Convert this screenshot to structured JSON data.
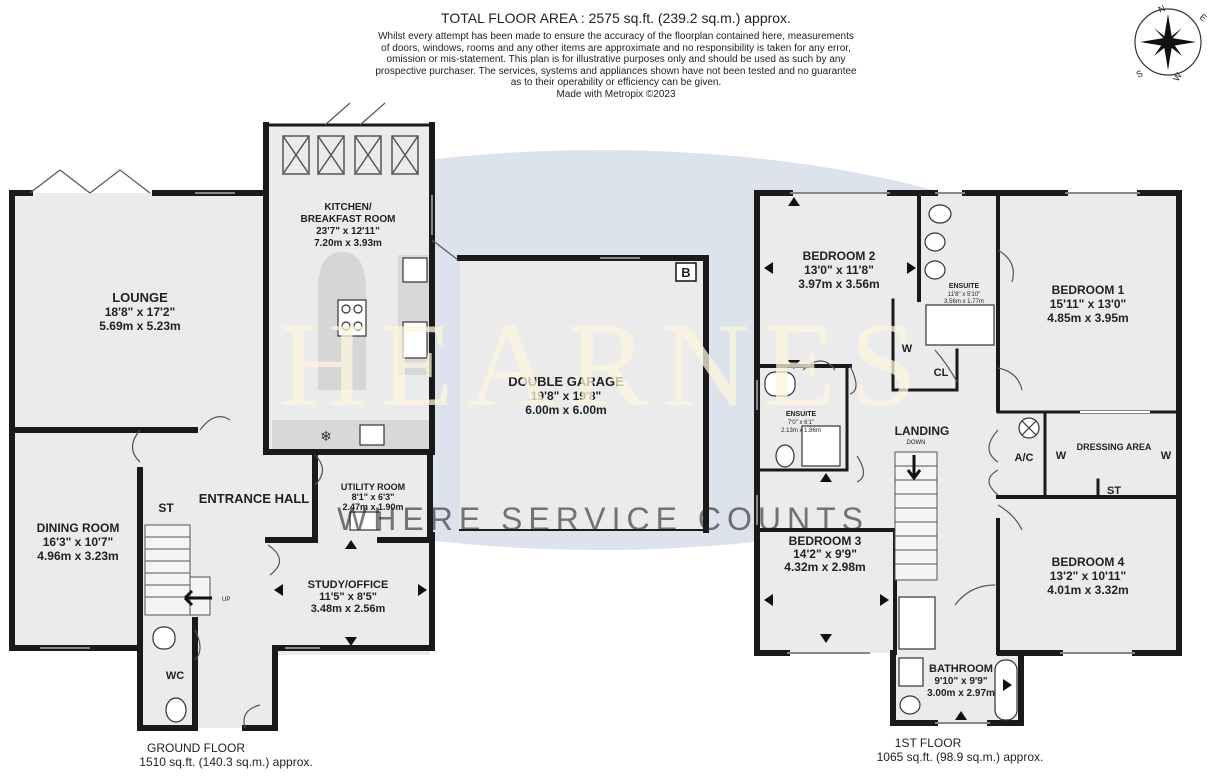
{
  "header": {
    "total_area": "TOTAL FLOOR AREA : 2575 sq.ft. (239.2 sq.m.) approx.",
    "disclaimer_lines": [
      "Whilst every attempt has been made to ensure the accuracy of the floorplan contained here, measurements",
      "of doors, windows, rooms and any other items are approximate and no responsibility is taken for any error,",
      "omission or mis-statement. This plan is for illustrative purposes only and should be used as such by any",
      "prospective purchaser. The services, systems and appliances shown have not been tested and no guarantee",
      "as to their operability or efficiency can be given.",
      "Made with Metropix ©2023"
    ]
  },
  "compass": {
    "n": "N",
    "s": "S",
    "e": "E",
    "w": "W"
  },
  "watermark": {
    "brand": "HEARNES",
    "tagline": "WHERE SERVICE COUNTS"
  },
  "ground_floor": {
    "title": "GROUND FLOOR",
    "area": "1510 sq.ft. (140.3 sq.m.) approx.",
    "rooms": {
      "lounge": {
        "name": "LOUNGE",
        "imperial": "18'8\"  x 17'2\"",
        "metric": "5.69m  x 5.23m"
      },
      "kitchen": {
        "name_line1": "KITCHEN/",
        "name_line2": "BREAKFAST ROOM",
        "imperial": "23'7\"  x 12'11\"",
        "metric": "7.20m  x 3.93m"
      },
      "garage": {
        "name": "DOUBLE GARAGE",
        "imperial": "19'8\"  x 19'8\"",
        "metric": "6.00m  x 6.00m",
        "boiler": "B"
      },
      "dining": {
        "name": "DINING ROOM",
        "imperial": "16'3\"  x 10'7\"",
        "metric": "4.96m  x 3.23m"
      },
      "entrance": {
        "name": "ENTRANCE HALL"
      },
      "utility": {
        "name": "UTILITY ROOM",
        "imperial": "8'1\"  x 6'3\"",
        "metric": "2.47m  x 1.90m"
      },
      "study": {
        "name": "STUDY/OFFICE",
        "imperial": "11'5\"  x 8'5\"",
        "metric": "3.48m  x 2.56m"
      },
      "store": {
        "name": "ST"
      },
      "wc": {
        "name": "WC"
      },
      "stairs_up": "UP"
    }
  },
  "first_floor": {
    "title": "1ST FLOOR",
    "area": "1065 sq.ft. (98.9 sq.m.) approx.",
    "rooms": {
      "bedroom2": {
        "name": "BEDROOM 2",
        "imperial": "13'0\"  x 11'8\"",
        "metric": "3.97m  x 3.56m"
      },
      "ensuite_main": {
        "name": "ENSUITE",
        "imperial": "11'8\"  x 5'10\"",
        "metric": "3.56m  x 1.77m"
      },
      "bedroom1": {
        "name": "BEDROOM 1",
        "imperial": "15'11\"  x 13'0\"",
        "metric": "4.85m  x 3.95m"
      },
      "ensuite_small": {
        "name": "ENSUITE",
        "imperial": "7'0\"  x 6'1\"",
        "metric": "2.13m  x 1.86m"
      },
      "landing": {
        "name": "LANDING",
        "down": "DOWN"
      },
      "closet": {
        "name": "CL"
      },
      "wardrobe": "W",
      "ac": {
        "name": "A/C"
      },
      "dressing": {
        "name": "DRESSING AREA",
        "w": "W",
        "st": "ST"
      },
      "bedroom3": {
        "name": "BEDROOM 3",
        "imperial": "14'2\"  x 9'9\"",
        "metric": "4.32m  x 2.98m"
      },
      "bedroom4": {
        "name": "BEDROOM 4",
        "imperial": "13'2\"  x 10'11\"",
        "metric": "4.01m  x 3.32m"
      },
      "bathroom": {
        "name": "BATHROOM",
        "imperial": "9'10\"  x 9'9\"",
        "metric": "3.00m  x 2.97m"
      }
    }
  },
  "colors": {
    "wall": "#1a1a1a",
    "floor": "#ebebeb",
    "watermark_ellipse": "#dde3ec",
    "watermark_text": "#fbf6dc"
  }
}
